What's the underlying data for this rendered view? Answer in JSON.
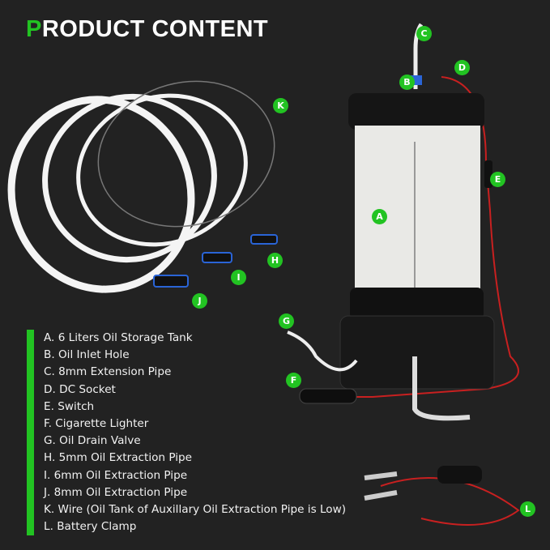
{
  "title": {
    "first_letter": "P",
    "rest": "RODUCT CONTENT"
  },
  "accent_color": "#22c322",
  "markers": [
    "A",
    "B",
    "C",
    "D",
    "E",
    "F",
    "G",
    "H",
    "I",
    "J",
    "K",
    "L"
  ],
  "legend": [
    "A. 6 Liters Oil Storage Tank",
    "B. Oil Inlet Hole",
    "C. 8mm Extension Pipe",
    "D. DC Socket",
    "E. Switch",
    "F. Cigarette Lighter",
    "G. Oil Drain Valve",
    "H. 5mm Oil Extraction Pipe",
    "I. 6mm Oil Extraction Pipe",
    "J. 8mm Oil Extraction Pipe",
    "K. Wire (Oil Tank of Auxillary Oil Extraction Pipe is Low)",
    "L. Battery Clamp"
  ]
}
